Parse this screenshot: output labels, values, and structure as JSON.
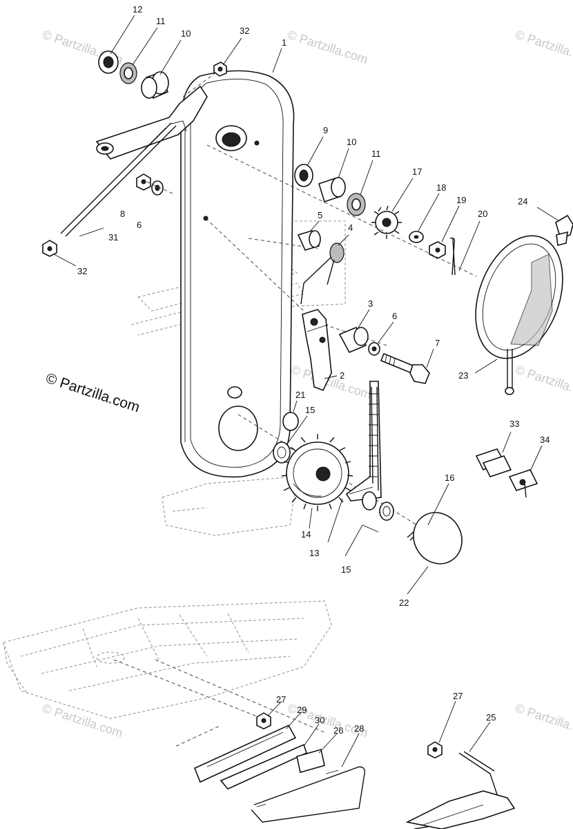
{
  "copyright": "© Partzilla.com",
  "watermark": "© Partzilla.com",
  "parts": [
    {
      "id": "p12a",
      "label": "12"
    },
    {
      "id": "p11a",
      "label": "11"
    },
    {
      "id": "p10a",
      "label": "10"
    },
    {
      "id": "p32a",
      "label": "32"
    },
    {
      "id": "p1",
      "label": "1"
    },
    {
      "id": "p9",
      "label": "9"
    },
    {
      "id": "p10b",
      "label": "10"
    },
    {
      "id": "p11b",
      "label": "11"
    },
    {
      "id": "p17",
      "label": "17"
    },
    {
      "id": "p18",
      "label": "18"
    },
    {
      "id": "p19",
      "label": "19"
    },
    {
      "id": "p20",
      "label": "20"
    },
    {
      "id": "p24",
      "label": "24"
    },
    {
      "id": "p8",
      "label": "8"
    },
    {
      "id": "p6a",
      "label": "6"
    },
    {
      "id": "p5",
      "label": "5"
    },
    {
      "id": "p4",
      "label": "4"
    },
    {
      "id": "p31",
      "label": "31"
    },
    {
      "id": "p32b",
      "label": "32"
    },
    {
      "id": "p3",
      "label": "3"
    },
    {
      "id": "p6b",
      "label": "6"
    },
    {
      "id": "p7",
      "label": "7"
    },
    {
      "id": "p2",
      "label": "2"
    },
    {
      "id": "p23",
      "label": "23"
    },
    {
      "id": "p21",
      "label": "21"
    },
    {
      "id": "p15a",
      "label": "15"
    },
    {
      "id": "p33",
      "label": "33"
    },
    {
      "id": "p34",
      "label": "34"
    },
    {
      "id": "p16",
      "label": "16"
    },
    {
      "id": "p14",
      "label": "14"
    },
    {
      "id": "p13",
      "label": "13"
    },
    {
      "id": "p15b",
      "label": "15"
    },
    {
      "id": "p22",
      "label": "22"
    },
    {
      "id": "p27a",
      "label": "27"
    },
    {
      "id": "p29",
      "label": "29"
    },
    {
      "id": "p30",
      "label": "30"
    },
    {
      "id": "p26",
      "label": "26"
    },
    {
      "id": "p28",
      "label": "28"
    },
    {
      "id": "p27b",
      "label": "27"
    },
    {
      "id": "p25",
      "label": "25"
    }
  ]
}
